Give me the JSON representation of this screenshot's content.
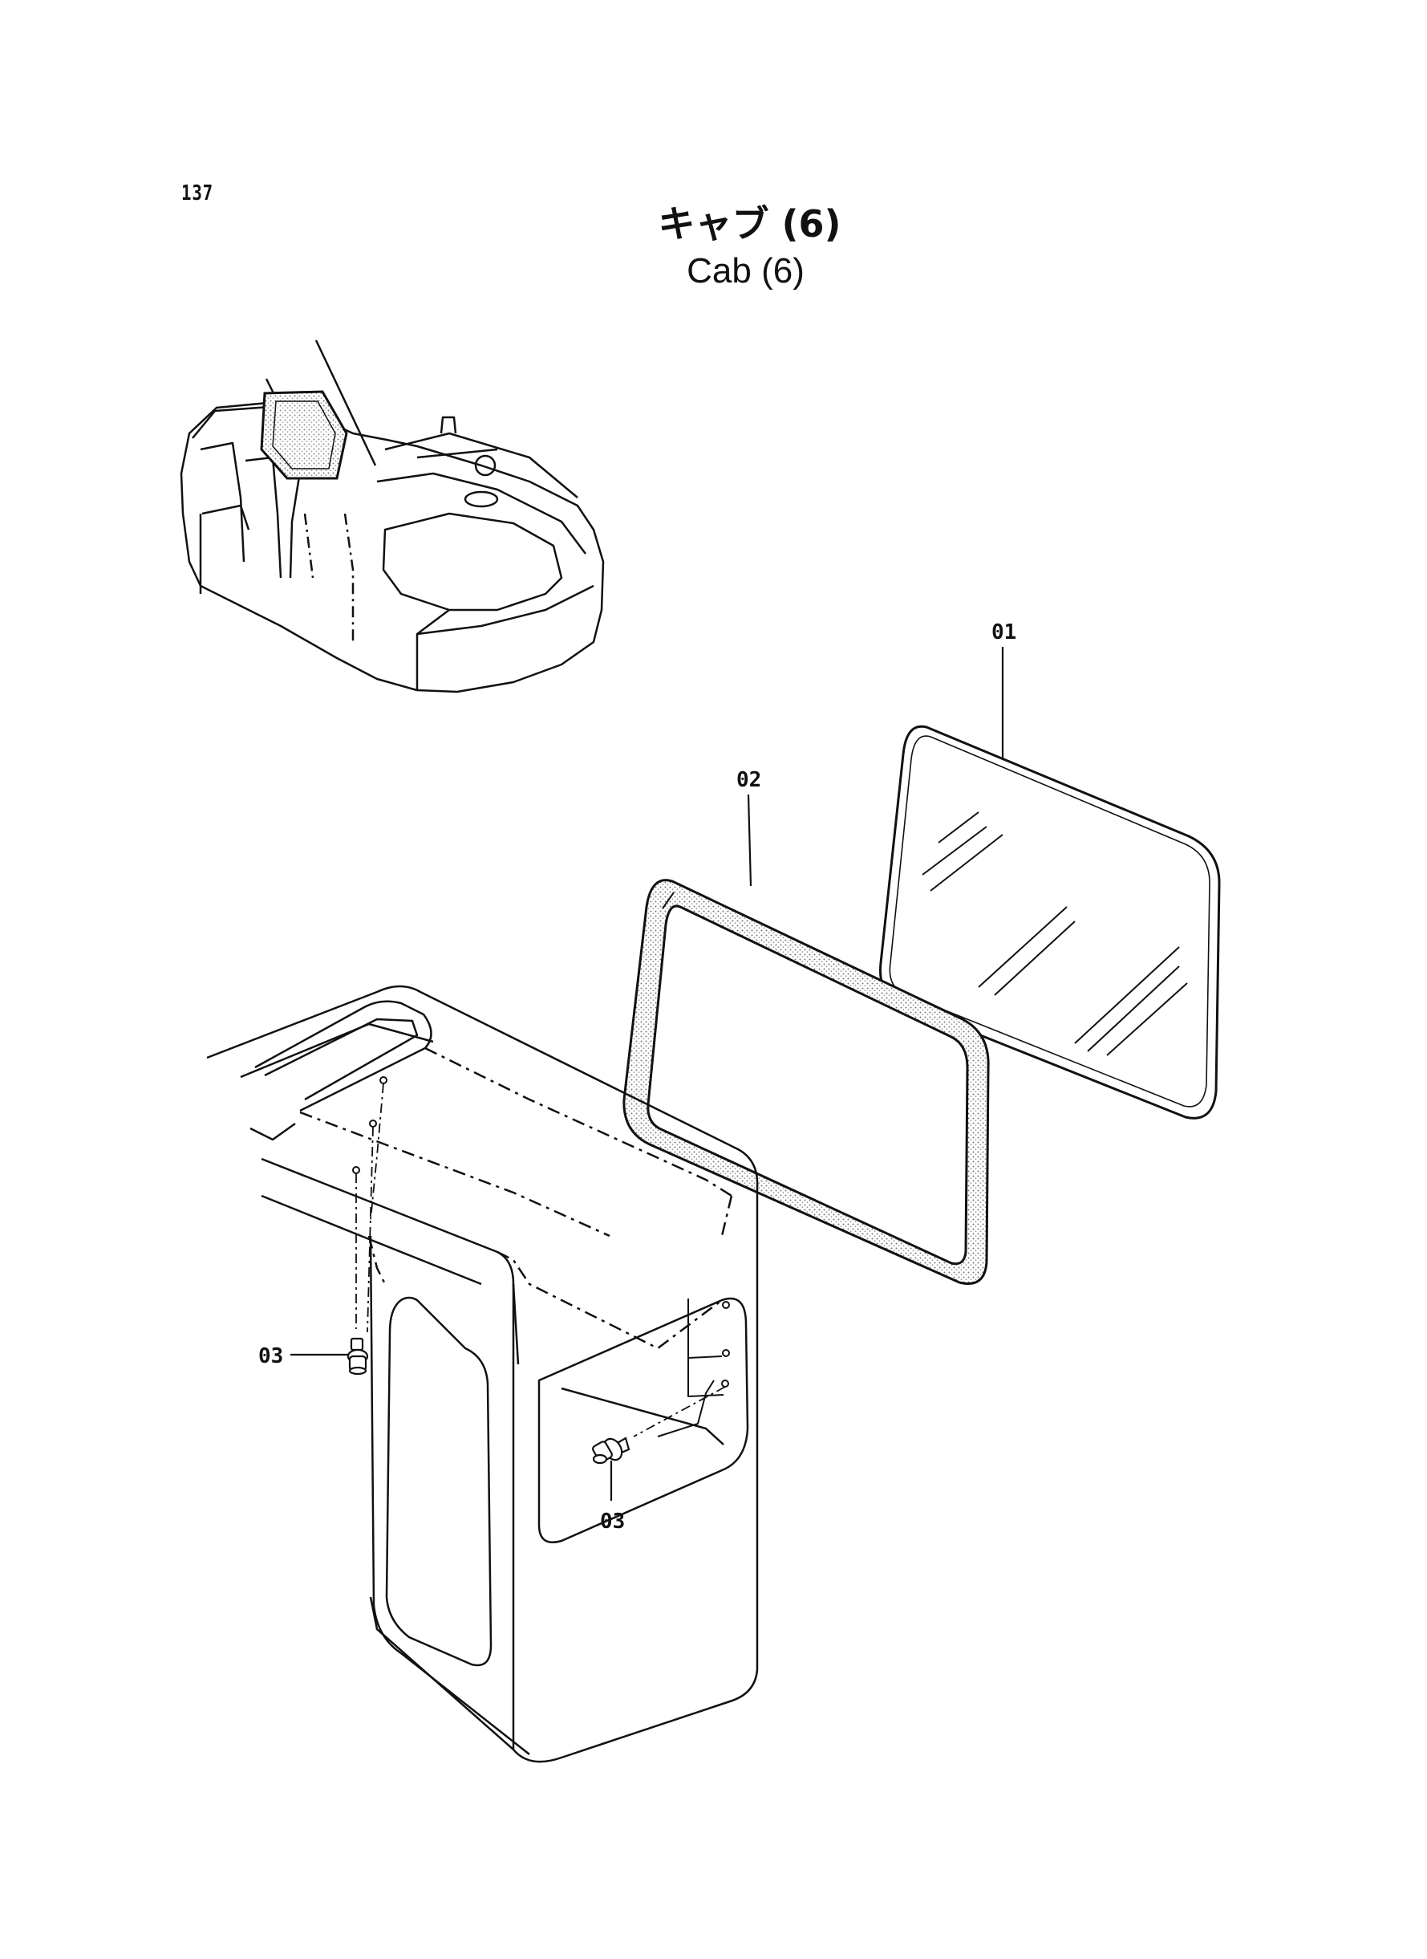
{
  "page_number": "137",
  "title_jp": "キャブ (6)",
  "title_en": "Cab (6)",
  "callouts": {
    "c01": "01",
    "c02": "02",
    "c03_left": "03",
    "c03_bottom": "03"
  },
  "colors": {
    "line": "#111111",
    "stipple": "#8a8a8a",
    "background": "#ffffff"
  }
}
